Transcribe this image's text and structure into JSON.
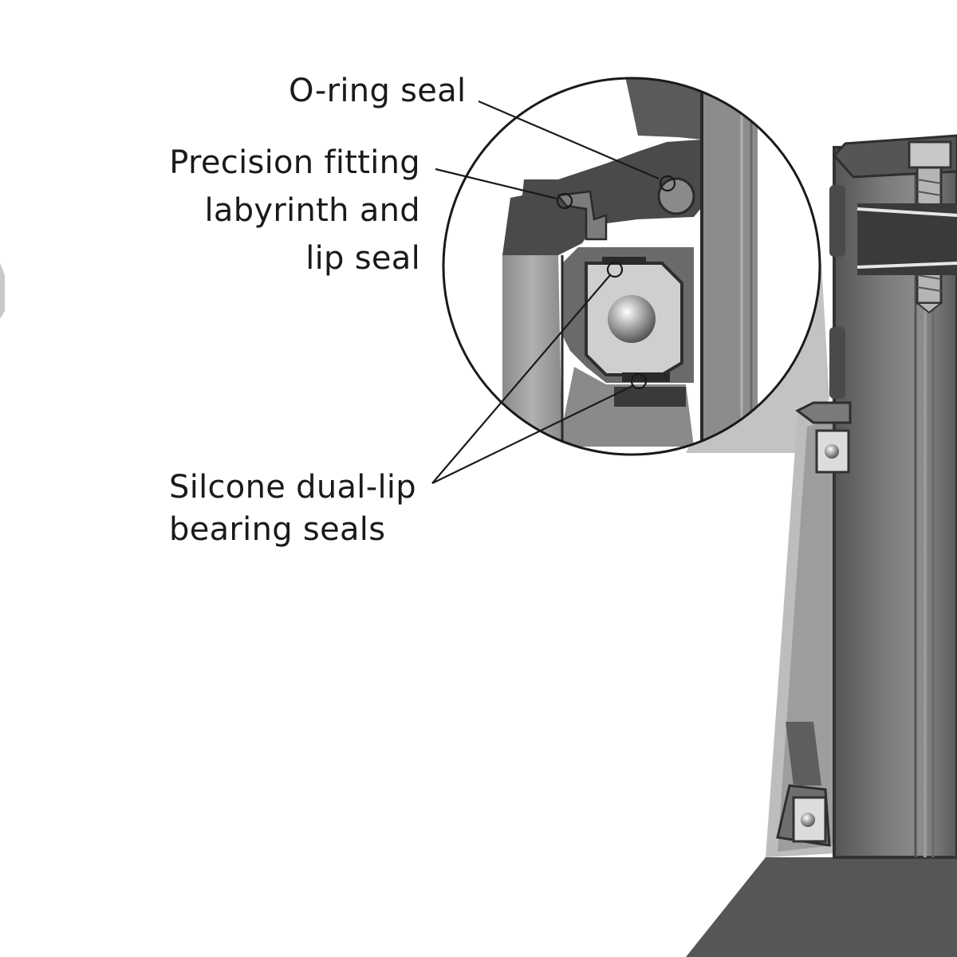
{
  "labels": {
    "o_ring": "O-ring seal",
    "precision": [
      "Precision fitting",
      "labyrinth and",
      "lip seal"
    ],
    "silicone": [
      "Silcone dual-lip",
      "bearing seals"
    ]
  },
  "colors": {
    "background": "#ffffff",
    "housing_dark": "#3f3f3f",
    "housing_mid": "#6b6b6b",
    "housing_light": "#9a9a9a",
    "bearing_light": "#cfcfcf",
    "leader_line": "#1a1a1a"
  }
}
